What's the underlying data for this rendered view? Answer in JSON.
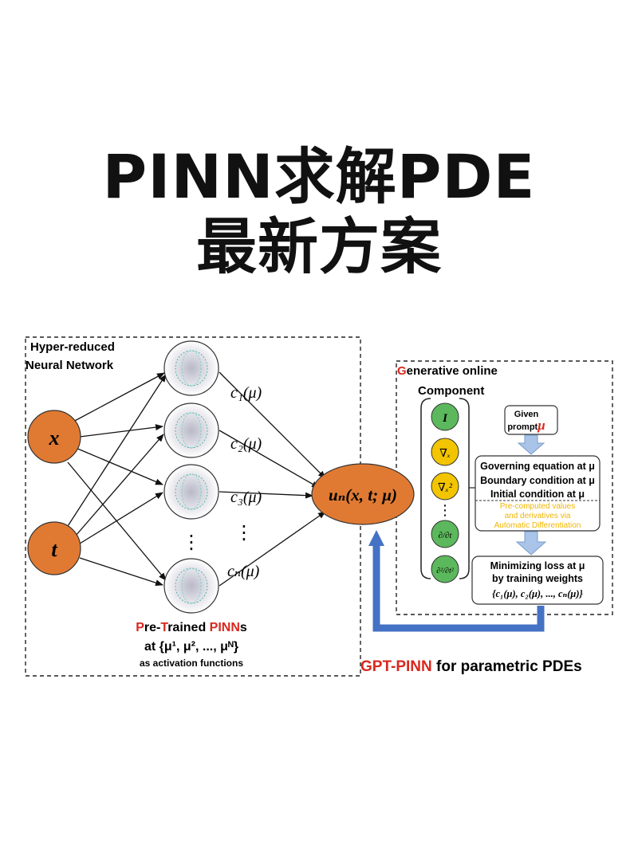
{
  "title": {
    "line1": "PINN求解PDE",
    "line2": "最新方案"
  },
  "colors": {
    "orange": "#e07a33",
    "green": "#5cb85c",
    "yellow": "#f2c500",
    "red": "#d9281e",
    "blue": "#4472c4",
    "light_blue": "#a9c4e8"
  },
  "left_box": {
    "label_line1": "Hyper-reduced",
    "label_line2": "Neural Network",
    "inputs": [
      "x",
      "t"
    ],
    "coefficients": [
      "c₁(μ)",
      "c₂(μ)",
      "c₃(μ)",
      "cₙ(μ)"
    ],
    "vdots": "⋮",
    "output": "uₙ(x, t; μ)",
    "caption_P": "P",
    "caption_re": "re-",
    "caption_T": "T",
    "caption_rained": "rained ",
    "caption_PINN": "PINN",
    "caption_s": "s",
    "caption_line2": "at {μ¹, μ², ..., μᴺ}",
    "caption_line3": "as activation functions"
  },
  "right_box": {
    "label_G": "G",
    "label_rest": "enerative online",
    "label_line2": "Component",
    "operators": [
      "I",
      "∇ₓ",
      "∇ₓ²",
      "∂/∂t",
      "∂²/∂t²"
    ],
    "prompt_line1": "Given",
    "prompt_line2": "prompt",
    "prompt_mu": "μ",
    "cond_line1": "Governing equation at μ",
    "cond_line2": "Boundary condition at μ",
    "cond_line3": "Initial condition at μ",
    "precomp_line1": "Pre-computed values",
    "precomp_line2": "and derivatives via",
    "precomp_line3": "Automatic Differentiation",
    "loss_line1": "Minimizing loss at μ",
    "loss_line2": "by training weights",
    "loss_line3": "{c₁(μ), c₂(μ), ..., cₙ(μ)}"
  },
  "footer": {
    "gpt_pinn": "GPT-PINN",
    "rest": " for parametric PDEs"
  }
}
